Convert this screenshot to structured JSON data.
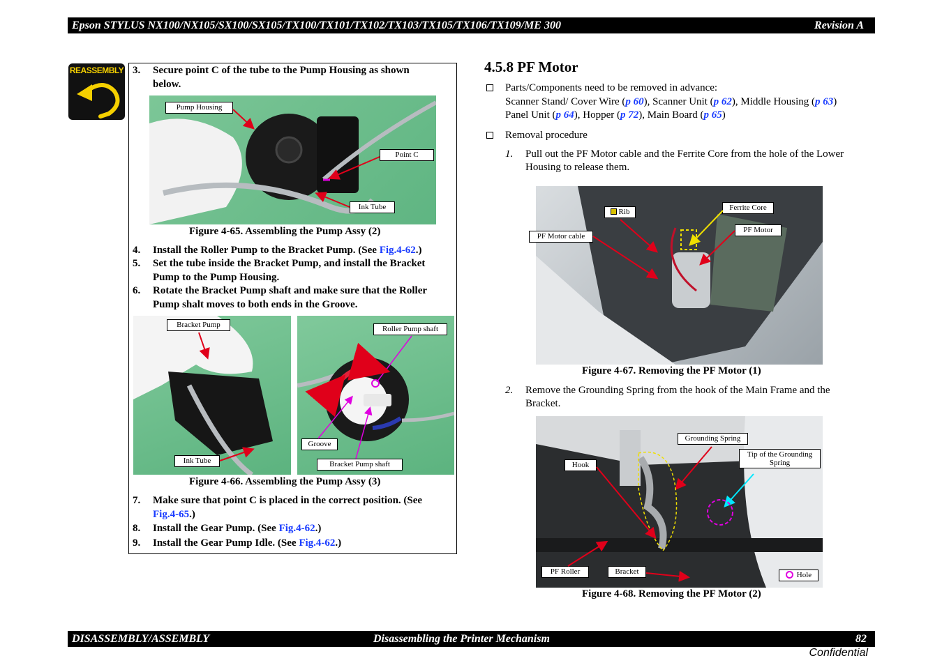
{
  "header": {
    "title": "Epson STYLUS NX100/NX105/SX100/SX105/TX100/TX101/TX102/TX103/TX105/TX106/TX109/ME 300",
    "revision": "Revision A"
  },
  "footer": {
    "section": "DISASSEMBLY/ASSEMBLY",
    "chapter": "Disassembling the Printer Mechanism",
    "page": "82",
    "confidential": "Confidential"
  },
  "reassembly_icon": {
    "label": "REASSEMBLY",
    "icon": "reassembly-undo-arrow-icon"
  },
  "left": {
    "step3": {
      "num": "3.",
      "line1": "Secure point C of the tube to the Pump Housing as shown",
      "line2": "below."
    },
    "fig65": {
      "callouts": {
        "pump_housing": "Pump Housing",
        "point_c": "Point C",
        "ink_tube": "Ink Tube"
      },
      "caption": "Figure 4-65.  Assembling the Pump Assy (2)"
    },
    "step4": {
      "num": "4.",
      "pre": "Install the Roller Pump to the Bracket Pump. (See ",
      "link": "Fig.4-62",
      "post": ".)"
    },
    "step5": {
      "num": "5.",
      "line1": "Set the tube inside the Bracket Pump, and install the Bracket",
      "line2": "Pump to the Pump Housing."
    },
    "step6": {
      "num": "6.",
      "line1": "Rotate the Bracket Pump shaft and make sure that the Roller",
      "line2": "Pump shalt moves to both ends in the Groove."
    },
    "fig66": {
      "callouts": {
        "bracket_pump": "Bracket Pump",
        "ink_tube": "Ink Tube",
        "roller_pump_shaft": "Roller Pump shaft",
        "groove": "Groove",
        "bracket_pump_shaft": "Bracket Pump shaft"
      },
      "caption": "Figure 4-66.  Assembling the Pump Assy (3)"
    },
    "step7": {
      "num": "7.",
      "line1": "Make sure that point C is placed in the correct position. (See",
      "link": "Fig.4-65",
      "post": ".)"
    },
    "step8": {
      "num": "8.",
      "pre": "Install the Gear Pump. (See ",
      "link": "Fig.4-62",
      "post": ".)"
    },
    "step9": {
      "num": "9.",
      "pre": "Install the Gear Pump Idle. (See ",
      "link": "Fig.4-62",
      "post": ".)"
    }
  },
  "right": {
    "section_title": "4.5.8  PF Motor",
    "parts_label": "Parts/Components need to be removed in advance:",
    "parts_line1": {
      "a": "Scanner Stand/ Cover Wire (",
      "a_link": "p 60",
      "b": "), Scanner Unit (",
      "b_link": "p 62",
      "c": "), Middle Housing (",
      "c_link": "p 63",
      "d": ")"
    },
    "parts_line2": {
      "a": "Panel Unit (",
      "a_link": "p 64",
      "b": "), Hopper (",
      "b_link": "p 72",
      "c": "), Main Board (",
      "c_link": "p 65",
      "d": ")"
    },
    "removal_label": "Removal procedure",
    "step1": {
      "num": "1.",
      "line1": "Pull out the PF Motor cable and the Ferrite Core from the hole of the Lower",
      "line2": "Housing to release them."
    },
    "fig67": {
      "callouts": {
        "rib": "Rib",
        "ferrite_core": "Ferrite Core",
        "pf_motor": "PF Motor",
        "pf_motor_cable": "PF Motor cable"
      },
      "caption": "Figure 4-67.  Removing the PF Motor (1)"
    },
    "step2": {
      "num": "2.",
      "line1": "Remove the Grounding Spring from the hook of the Main Frame and the",
      "line2": "Bracket."
    },
    "fig68": {
      "callouts": {
        "grounding_spring": "Grounding Spring",
        "tip_line1": "Tip of the Grounding",
        "tip_line2": "Spring",
        "hook": "Hook",
        "pf_roller": "PF Roller",
        "bracket": "Bracket",
        "hole": "Hole"
      },
      "caption": "Figure 4-68.  Removing the PF Motor (2)"
    }
  },
  "colors": {
    "link": "#1a3cff",
    "arrow_red": "#e0001a",
    "arrow_magenta": "#e000e0",
    "arrow_yellow": "#f0e000",
    "arrow_cyan": "#00e8ff",
    "icon_yellow": "#f5d000"
  }
}
